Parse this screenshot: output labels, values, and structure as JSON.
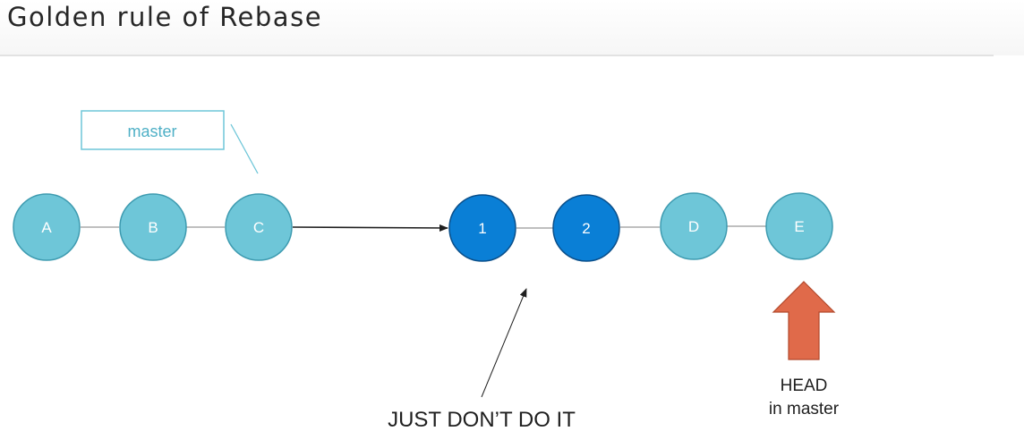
{
  "slide": {
    "title": "Golden rule of Rebase"
  },
  "branch_label": "master",
  "commits": [
    {
      "id": "A",
      "kind": "original"
    },
    {
      "id": "B",
      "kind": "original"
    },
    {
      "id": "C",
      "kind": "original"
    },
    {
      "id": "1",
      "kind": "rebased"
    },
    {
      "id": "2",
      "kind": "rebased"
    },
    {
      "id": "D",
      "kind": "original"
    },
    {
      "id": "E",
      "kind": "original"
    }
  ],
  "callout": "JUST DON’T DO IT",
  "head": {
    "line1": "HEAD",
    "line2": "in master"
  },
  "colors": {
    "original_fill": "#6ec6d8",
    "original_stroke": "#3e9bb0",
    "rebased_fill": "#0a7fd6",
    "rebased_stroke": "#0a4f8a",
    "label_color": "#4fb0c6",
    "head_arrow": "#e06a4a"
  }
}
